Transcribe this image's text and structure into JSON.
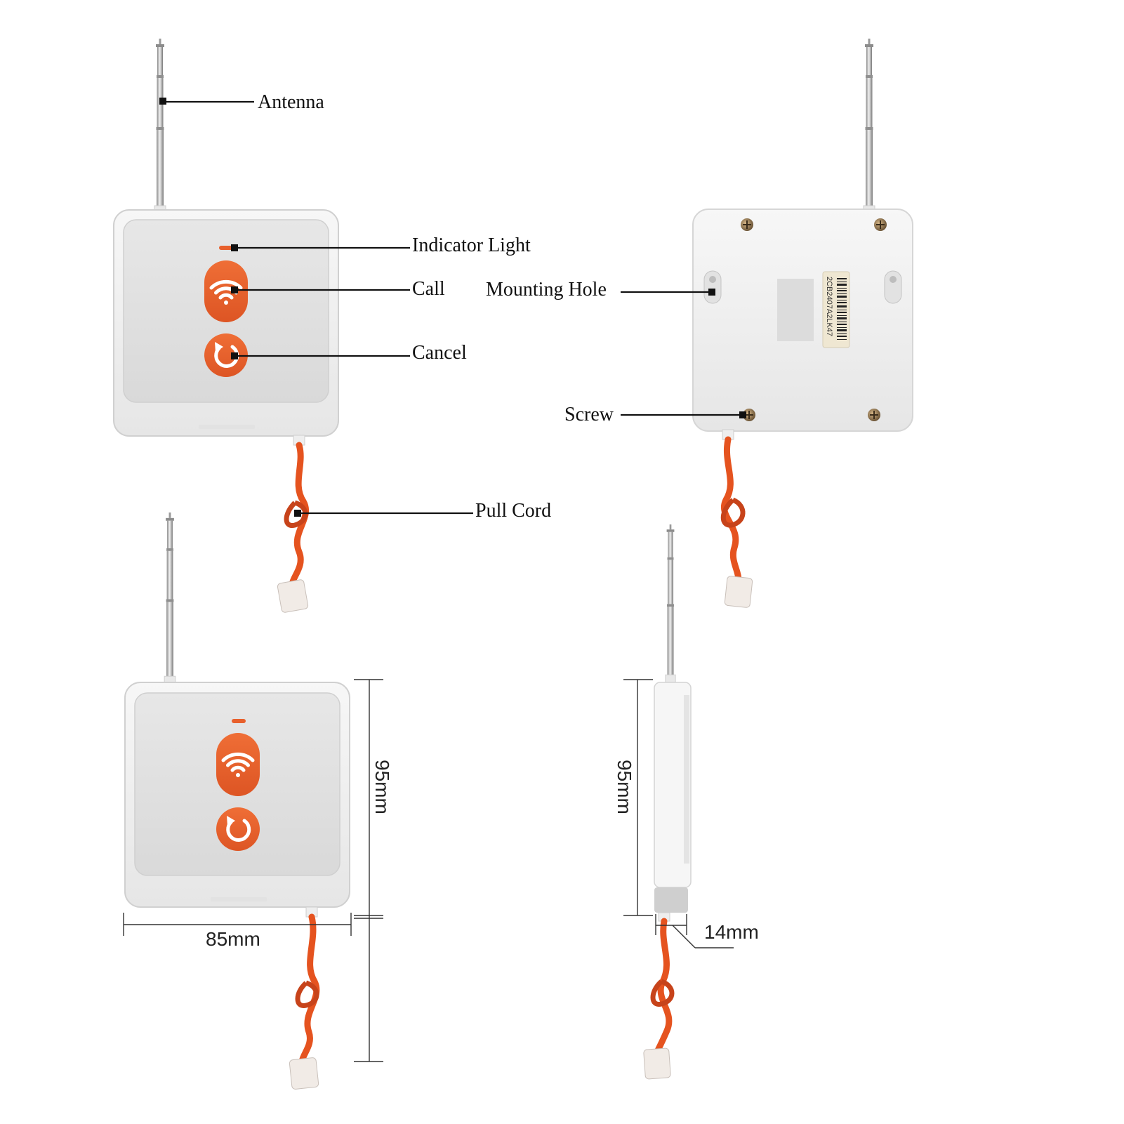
{
  "labels": {
    "antenna": "Antenna",
    "indicator_light": "Indicator Light",
    "call": "Call",
    "cancel": "Cancel",
    "pull_cord": "Pull Cord",
    "mounting_hole": "Mounting Hole",
    "screw": "Screw"
  },
  "dimensions": {
    "height_front": "95mm",
    "width_front": "85mm",
    "height_side": "95mm",
    "depth_side": "14mm"
  },
  "barcode": "2CB2407A2LK47",
  "icons": {
    "call": "wifi-icon",
    "cancel": "undo-arrow-icon"
  },
  "colors": {
    "button": "#E8602C",
    "cord": "#E5531F",
    "body": "#F1F1F1",
    "face": "#DEDEDE"
  }
}
